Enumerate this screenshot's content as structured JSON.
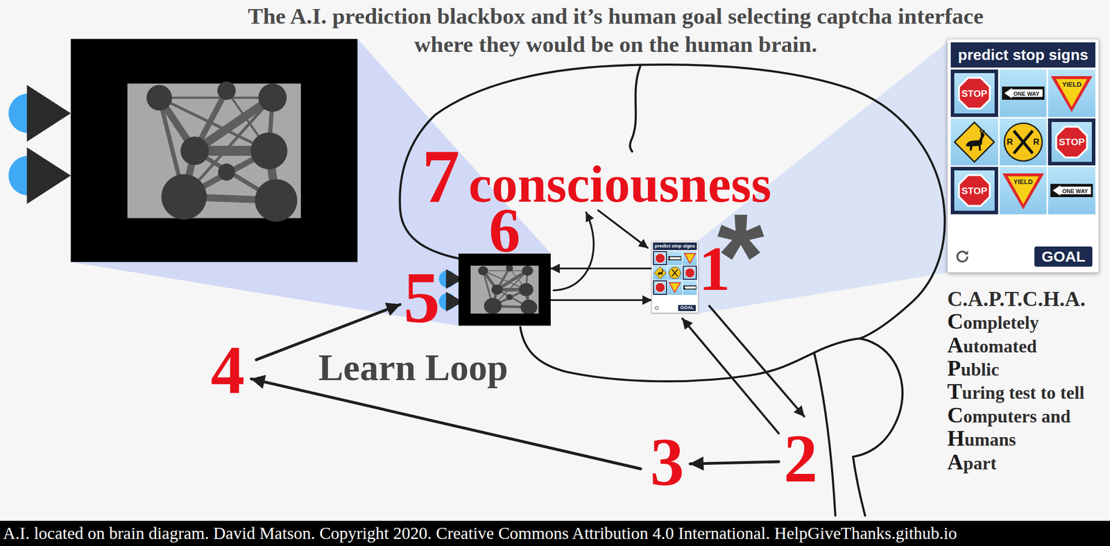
{
  "diagram": {
    "title": "The A.I. prediction blackbox and it’s human goal selecting captcha interface where they would be on the human brain.",
    "caption": "A.I. located on brain diagram. David Matson. Copyright 2020. Creative Commons Attribution 4.0 International. HelpGiveThanks.github.io",
    "nodes": [
      {
        "text": [
          "predict stop signs",
          "GOAL"
        ]
      },
      {
        "text": [
          "6"
        ]
      },
      {
        "text": [
          "predict stop signs",
          "GOAL"
        ]
      }
    ],
    "edges": [
      {
        "from": 1,
        "to": 2,
        "arrow": "to"
      },
      {
        "from": 2,
        "to": 1,
        "arrow": "to"
      }
    ],
    "labels": [
      "7",
      "consciousness",
      "*",
      "1",
      "5",
      "4",
      "Learn Loop",
      "3",
      "2",
      "STOP",
      "ONE WAY",
      "YIELD",
      "R",
      "R",
      "STOP",
      "STOP",
      "YIELD",
      "ONE WAY",
      "C.A.P.T.C.H.A.",
      "Completely",
      "Automated",
      "Public",
      "Turing test to tell",
      "Computers and",
      "Humans",
      "Apart"
    ]
  }
}
